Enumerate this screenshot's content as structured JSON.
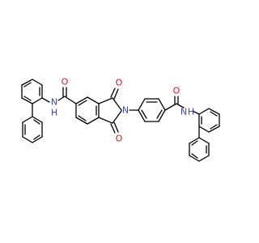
{
  "molecule": {
    "atoms": {
      "o_amide_left": {
        "symbol": "O",
        "color": "#e8101e"
      },
      "n_amide_left": {
        "symbol": "N",
        "color": "#3443e6"
      },
      "h_amide_left": {
        "symbol": "H",
        "color": "#3443e6"
      },
      "o_imide_top": {
        "symbol": "O",
        "color": "#e8101e"
      },
      "o_imide_bottom": {
        "symbol": "O",
        "color": "#e8101e"
      },
      "n_imide": {
        "symbol": "N",
        "color": "#3443e6"
      },
      "o_amide_right": {
        "symbol": "O",
        "color": "#e8101e"
      },
      "n_amide_right": {
        "symbol": "N",
        "color": "#3443e6"
      },
      "h_amide_right": {
        "symbol": "H",
        "color": "#3443e6"
      }
    },
    "bond_color": "#000000"
  }
}
